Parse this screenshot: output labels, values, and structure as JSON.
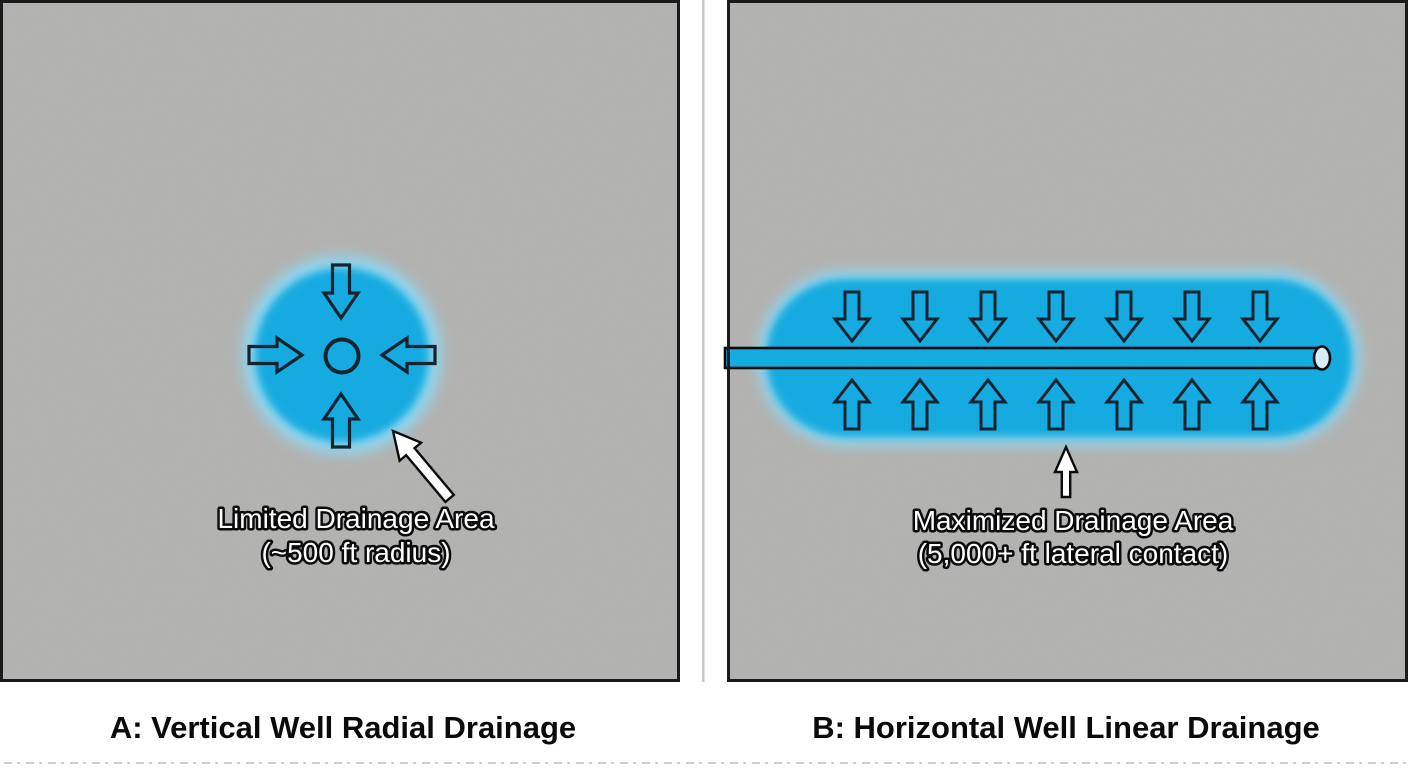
{
  "colors": {
    "drainage_blue": "#14abe0",
    "glow_soft": "#8ed7f2",
    "rock_gray": "#b2b2b0",
    "panel_border": "#1a1a1a",
    "arrow_outline": "#15232f",
    "pipe_cap": "#d6edf8",
    "divider_gray": "#c8c8c8",
    "annotation_white": "#ffffff",
    "caption_black": "#0a0a0a"
  },
  "panel_a": {
    "caption": "A: Vertical Well Radial Drainage",
    "label_line1": "Limited Drainage Area",
    "label_line2": "(~500 ft radius)"
  },
  "panel_b": {
    "caption": "B: Horizontal Well Linear Drainage",
    "label_line1": "Maximized Drainage Area",
    "label_line2": "(5,000+ ft lateral contact)"
  },
  "icons": {
    "inflow_arrow": "hollow-block-arrow",
    "pointer_arrow": "white-callout-arrow",
    "wellbore": "circle-outline",
    "lateral_pipe": "pipe-with-elliptical-end-cap"
  }
}
